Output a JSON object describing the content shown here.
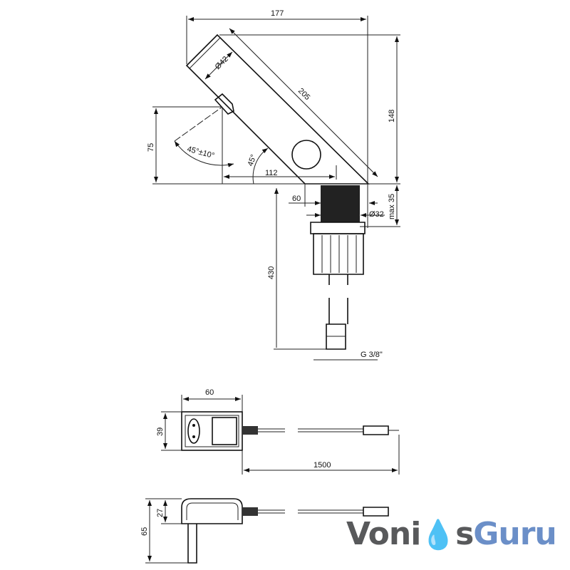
{
  "dimensions": {
    "width_177": "177",
    "diameter_42": "Ø42",
    "length_205": "205",
    "height_148": "148",
    "height_75": "75",
    "angle_sensor": "45°±10°",
    "angle_45": "45°",
    "reach_112": "112",
    "offset_60": "60",
    "shank_32": "Ø32",
    "max_35": "max 35",
    "hose_430": "430",
    "thread": "G 3/8\"",
    "psu_width_60": "60",
    "psu_height_39": "39",
    "cable_1500": "1500",
    "psu_depth_27": "27",
    "psu_total_65": "65"
  },
  "logo": {
    "part1": "Voni",
    "part2": "s",
    "part3": "Guru",
    "color_dark": "#58595b",
    "color_blue": "#6b8fc8"
  }
}
